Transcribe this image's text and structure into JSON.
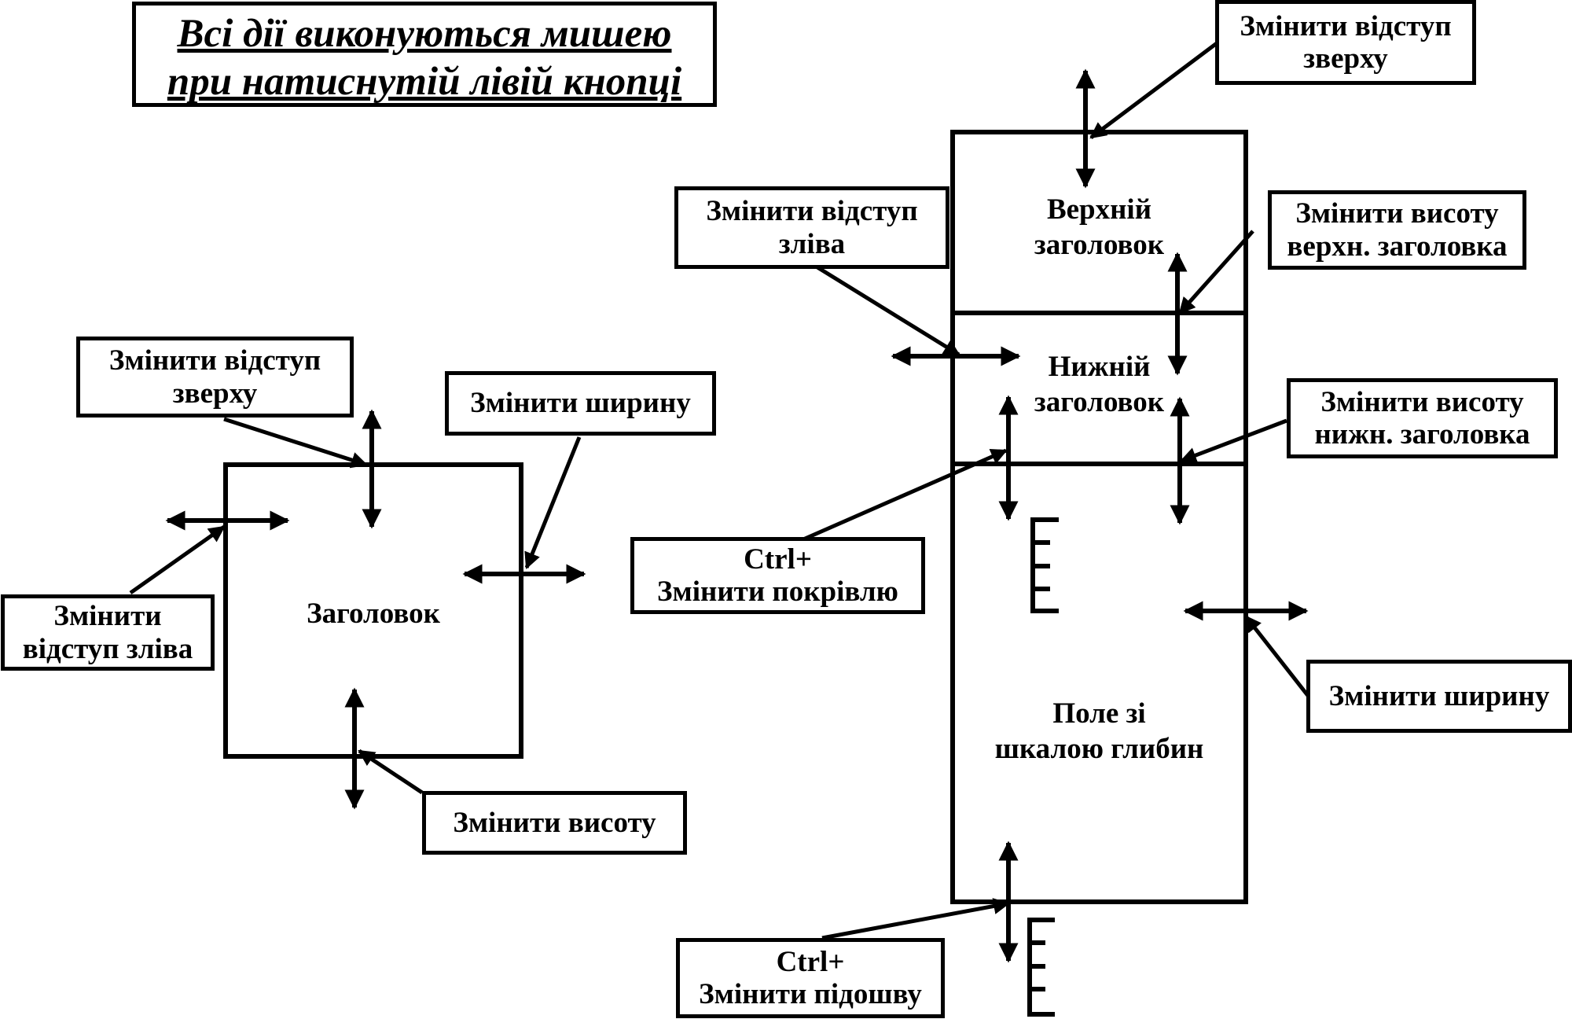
{
  "title": {
    "line1": "Всі дії виконуються мишею",
    "line2": "при натиснутій лівій кнопці"
  },
  "left_diagram": {
    "box_label": "Заголовок",
    "callout_top": {
      "line1": "Змінити відступ",
      "line2": "зверху"
    },
    "callout_width": "Змінити ширину",
    "callout_left": {
      "line1": "Змінити",
      "line2": "відступ зліва"
    },
    "callout_height": "Змінити висоту"
  },
  "right_diagram": {
    "upper_header": {
      "line1": "Верхній",
      "line2": "заголовок"
    },
    "lower_header": {
      "line1": "Нижній",
      "line2": "заголовок"
    },
    "depth_field": {
      "line1": "Поле зі",
      "line2": "шкалою глибин"
    },
    "callout_top": {
      "line1": "Змінити відступ",
      "line2": "зверху"
    },
    "callout_left": {
      "line1": "Змінити відступ",
      "line2": "зліва"
    },
    "callout_upper_height": {
      "line1": "Змінити висоту",
      "line2": "верхн. заголовка"
    },
    "callout_lower_height": {
      "line1": "Змінити висоту",
      "line2": "нижн. заголовка"
    },
    "callout_roof": {
      "line1": "Ctrl+",
      "line2": "Змінити покрівлю"
    },
    "callout_width": "Змінити ширину",
    "callout_sole": {
      "line1": "Ctrl+",
      "line2": "Змінити підошву"
    }
  }
}
